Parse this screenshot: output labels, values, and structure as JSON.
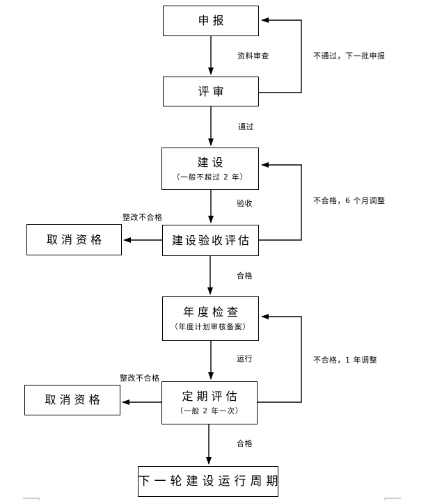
{
  "diagram": {
    "nodes": {
      "declaration": {
        "label": "申报"
      },
      "review": {
        "label": "评审"
      },
      "construction": {
        "label": "建设",
        "sublabel": "（一般不超过 2 年）"
      },
      "disqualify1": {
        "label": "取消资格"
      },
      "acceptanceEvaluation": {
        "label": "建设验收评估"
      },
      "annualInspection": {
        "label": "年度检查",
        "sublabel": "（年度计划审核备案）"
      },
      "disqualify2": {
        "label": "取消资格"
      },
      "periodicEvaluation": {
        "label": "定期评估",
        "sublabel": "（一般 2 年一次）"
      },
      "nextCycle": {
        "label": "下一轮建设运行周期"
      }
    },
    "edge_labels": {
      "materialReview": "资料审查",
      "failNextBatch": "不通过，下一批申报",
      "pass": "通过",
      "acceptance": "验收",
      "fail6Months": "不合格，6 个月调整",
      "rectifyFail1": "整改不合格",
      "qualified1": "合格",
      "operation": "运行",
      "fail1Year": "不合格，1 年调整",
      "rectifyFail2": "整改不合格",
      "qualified2": "合格"
    },
    "colors": {
      "line": "#000000",
      "page_mark": "#a6a6a6",
      "background": "#ffffff"
    }
  }
}
